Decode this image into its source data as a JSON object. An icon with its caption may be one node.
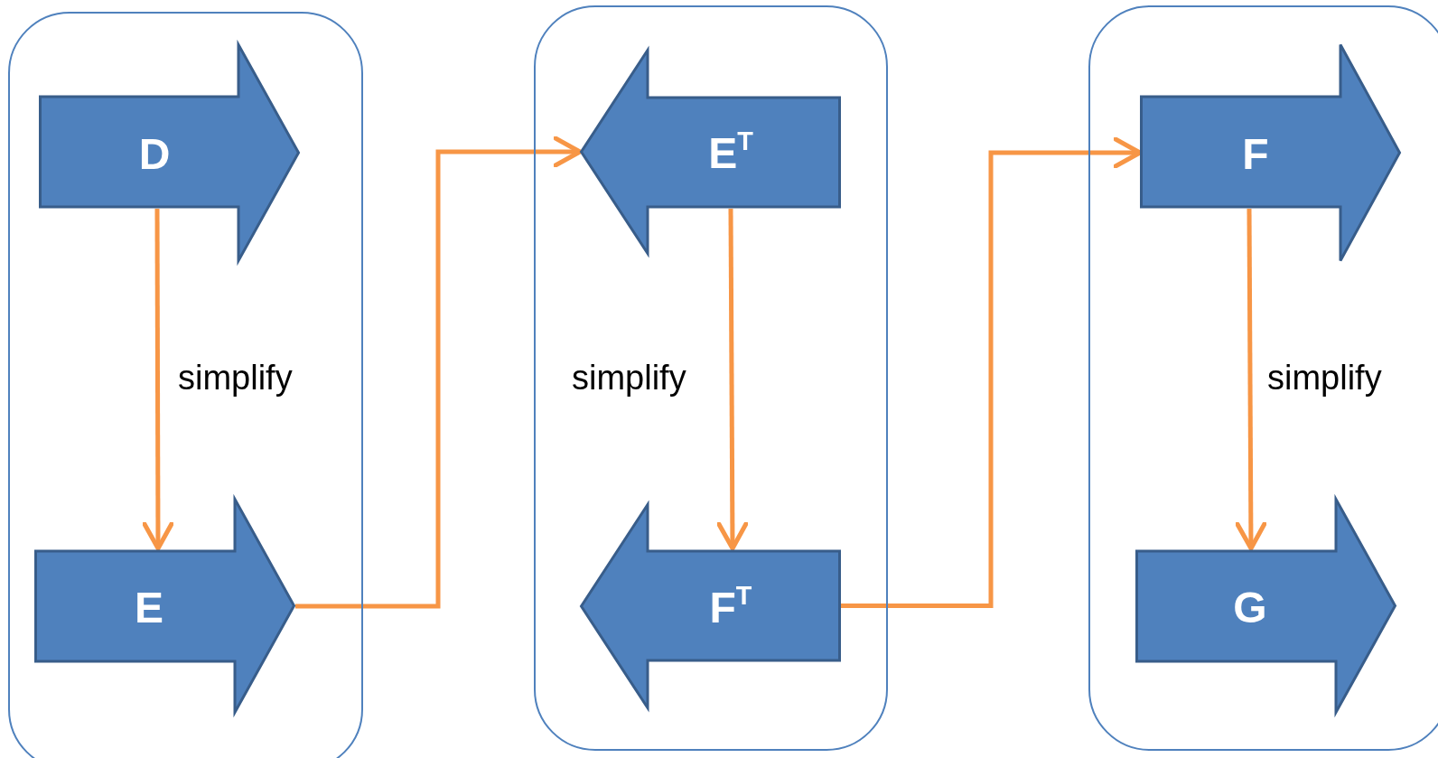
{
  "diagram": {
    "nodes": [
      {
        "text": [],
        "shape": "box"
      },
      {
        "text": [
          "D"
        ],
        "in": 0
      },
      {
        "text": [
          "E"
        ],
        "in": 0
      },
      {
        "text": [],
        "shape": "box"
      },
      {
        "text": [
          "E$^{T}$"
        ],
        "in": 3
      },
      {
        "text": [
          "F$^{T}$"
        ],
        "in": 3
      },
      {
        "text": [],
        "shape": "box"
      },
      {
        "text": [
          "F"
        ],
        "in": 6
      },
      {
        "text": [
          "G"
        ],
        "in": 6
      }
    ],
    "edges": [
      {
        "from": 1,
        "to": 2,
        "arrow": "to",
        "label": "simplify"
      },
      {
        "from": 2,
        "to": 4,
        "arrow": "to"
      },
      {
        "from": 4,
        "to": 5,
        "arrow": "to",
        "label": "simplify"
      },
      {
        "from": 5,
        "to": 7,
        "arrow": "to"
      },
      {
        "from": 7,
        "to": 8,
        "arrow": "to",
        "label": "simplify"
      }
    ]
  }
}
